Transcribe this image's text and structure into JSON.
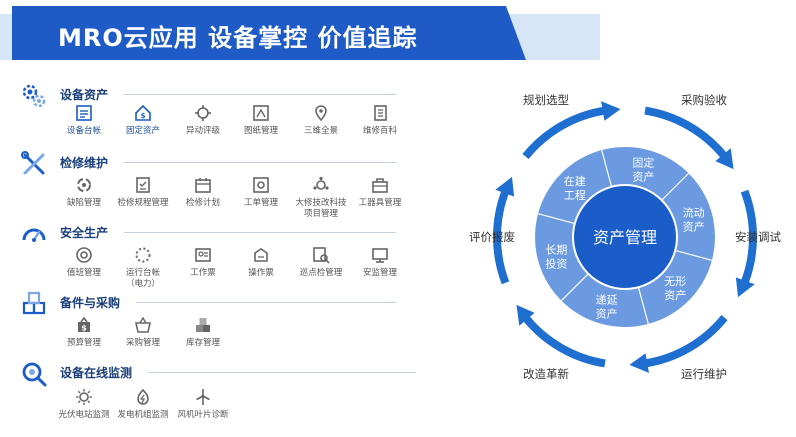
{
  "banner": {
    "title": "MRO云应用  设备掌控  价值追踪"
  },
  "sections": [
    {
      "title": "设备资产",
      "icon": "gears-icon",
      "items": [
        {
          "label": "设备台帐",
          "icon": "ledger-icon",
          "active": true
        },
        {
          "label": "固定资产",
          "icon": "house-dollar-icon",
          "active": true
        },
        {
          "label": "异动评级",
          "icon": "crosshair-icon"
        },
        {
          "label": "图纸管理",
          "icon": "drawing-icon"
        },
        {
          "label": "三维全景",
          "icon": "map-pin-icon"
        },
        {
          "label": "维修百科",
          "icon": "book-icon"
        }
      ]
    },
    {
      "title": "检修维护",
      "icon": "wrench-screwdriver-icon",
      "items": [
        {
          "label": "缺陷管理",
          "icon": "defect-icon"
        },
        {
          "label": "检修规程管理",
          "icon": "procedure-icon"
        },
        {
          "label": "检修计划",
          "icon": "calendar-icon"
        },
        {
          "label": "工单管理",
          "icon": "work-order-icon"
        },
        {
          "label": "大修技改科技\n项目管理",
          "icon": "project-icon"
        },
        {
          "label": "工器具管理",
          "icon": "toolbox-icon"
        }
      ]
    },
    {
      "title": "安全生产",
      "icon": "gauge-icon",
      "items": [
        {
          "label": "值班管理",
          "icon": "duty-icon"
        },
        {
          "label": "运行台帐\n（电力）",
          "icon": "operation-ledger-icon"
        },
        {
          "label": "工作票",
          "icon": "work-ticket-icon"
        },
        {
          "label": "操作票",
          "icon": "operation-ticket-icon"
        },
        {
          "label": "巡点检管理",
          "icon": "inspection-icon"
        },
        {
          "label": "安监管理",
          "icon": "monitor-icon"
        }
      ]
    },
    {
      "title": "备件与采购",
      "icon": "boxes-icon",
      "items": [
        {
          "label": "预算管理",
          "icon": "budget-icon"
        },
        {
          "label": "采购管理",
          "icon": "basket-icon"
        },
        {
          "label": "库存管理",
          "icon": "stock-icon"
        }
      ]
    },
    {
      "title": "设备在线监测",
      "icon": "magnifier-icon",
      "items": [
        {
          "label": "光伏电站监测",
          "icon": "solar-icon"
        },
        {
          "label": "发电机组监测",
          "icon": "generator-icon"
        },
        {
          "label": "风机叶片诊断",
          "icon": "wind-turbine-icon"
        }
      ]
    }
  ],
  "cycle": {
    "center": "资产管理",
    "ring": [
      "固定\n资产",
      "流动\n资产",
      "无形\n资产",
      "递延\n资产",
      "长期\n投资",
      "在建\n工程"
    ],
    "outer": [
      "采购验收",
      "安装调试",
      "运行维护",
      "改造革新",
      "评价报废",
      "规划选型"
    ]
  },
  "colors": {
    "banner": "#1e5bc6",
    "banner_light": "#d6e6f7",
    "arrow": "#1f6fd0",
    "ring": "#6b9ae0",
    "center": "#1a5cc8",
    "accent": "#1a4d9a"
  }
}
